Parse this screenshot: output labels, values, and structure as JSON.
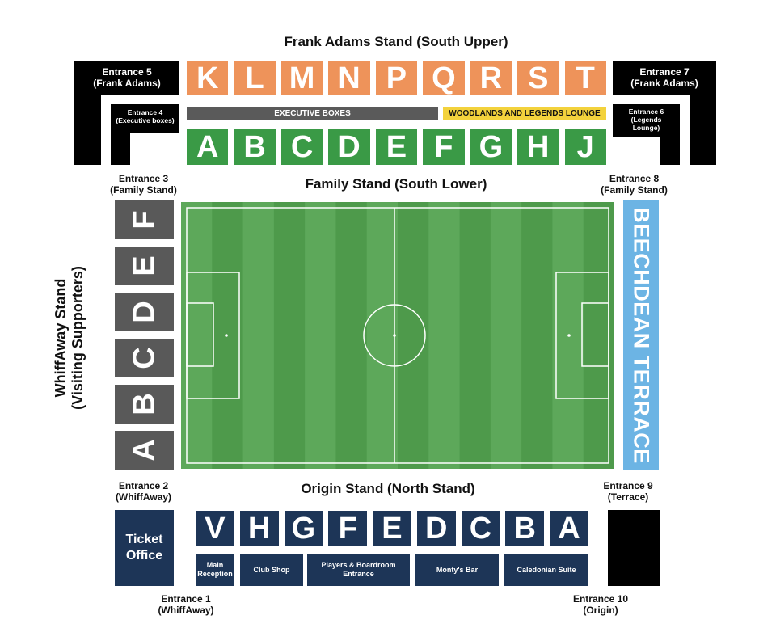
{
  "stands": {
    "south_upper": {
      "title": "Frank Adams Stand (South Upper)",
      "blocks": [
        "K",
        "L",
        "M",
        "N",
        "P",
        "Q",
        "R",
        "S",
        "T"
      ]
    },
    "south_lower": {
      "title": "Family Stand (South Lower)",
      "blocks": [
        "A",
        "B",
        "C",
        "D",
        "E",
        "F",
        "G",
        "H",
        "J"
      ]
    },
    "west": {
      "title_line1": "WhiffAway Stand",
      "title_line2": "(Visiting Supporters)",
      "blocks": [
        "F",
        "E",
        "D",
        "C",
        "B",
        "A"
      ]
    },
    "east": {
      "title": "BEECHDEAN TERRACE"
    },
    "north": {
      "title": "Origin Stand (North Stand)",
      "blocks": [
        "V",
        "H",
        "G",
        "F",
        "E",
        "D",
        "C",
        "B",
        "A"
      ]
    }
  },
  "bars": {
    "executive_boxes": "EXECUTIVE BOXES",
    "woodlands_lounge": "WOODLANDS AND LEGENDS LOUNGE"
  },
  "entrances": {
    "e1": {
      "line1": "Entrance 1",
      "line2": "(WhiffAway)"
    },
    "e2": {
      "line1": "Entrance  2",
      "line2": "(WhiffAway)"
    },
    "e3": {
      "line1": "Entrance 3",
      "line2": "(Family Stand)"
    },
    "e4": {
      "line1": "Entrance 4",
      "line2": "(Executive boxes)"
    },
    "e5": {
      "line1": "Entrance 5",
      "line2": "(Frank Adams)"
    },
    "e6": {
      "line1": "Entrance 6",
      "line2": "(Legends",
      "line3": "Lounge)"
    },
    "e7": {
      "line1": "Entrance 7",
      "line2": "(Frank Adams)"
    },
    "e8": {
      "line1": "Entrance 8",
      "line2": "(Family Stand)"
    },
    "e9": {
      "line1": "Entrance 9",
      "line2": "(Terrace)"
    },
    "e10": {
      "line1": "Entrance 10",
      "line2": "(Origin)"
    }
  },
  "ticket_office": {
    "line1": "Ticket",
    "line2": "Office"
  },
  "facilities": {
    "main_reception": {
      "line1": "Main",
      "line2": "Reception"
    },
    "club_shop": "Club Shop",
    "players_entrance": {
      "line1": "Players & Boardroom",
      "line2": "Entrance"
    },
    "montys_bar": "Monty's Bar",
    "caledonian_suite": "Caledonian Suite"
  },
  "colors": {
    "frank_adams": "#ee935a",
    "family_stand": "#3a9a46",
    "origin_stand": "#1d3557",
    "whiffaway_stand": "#595959",
    "terrace": "#6cb4e4",
    "executive_bar": "#5a5a5a",
    "lounge_bar": "#f3d23c",
    "pitch_light": "#5da85a",
    "pitch_dark": "#4e9a4b"
  }
}
